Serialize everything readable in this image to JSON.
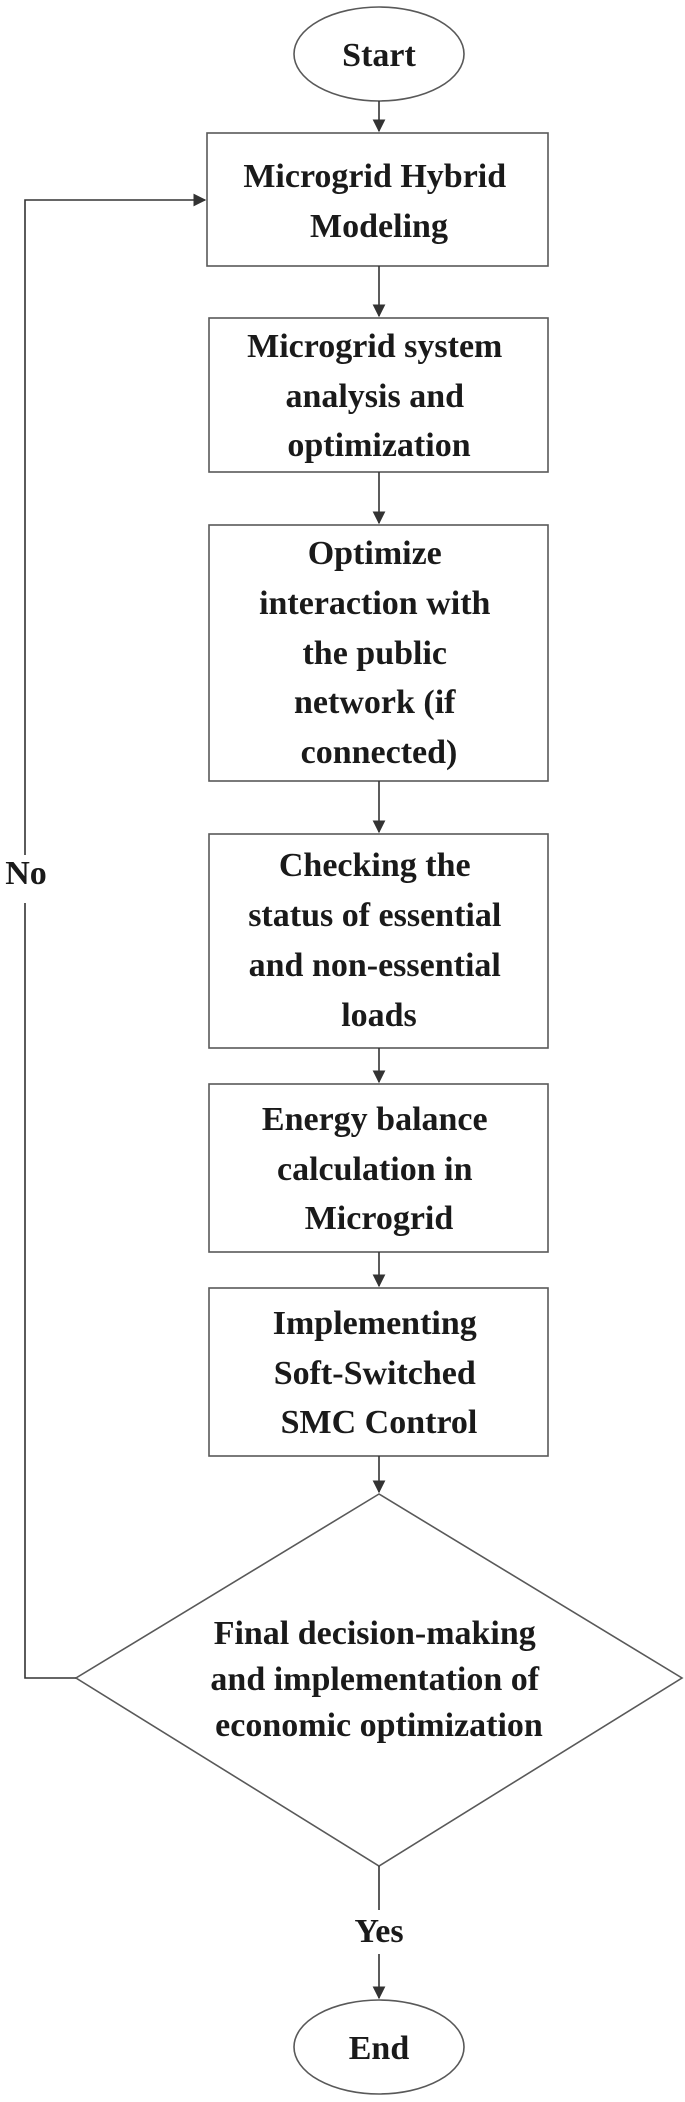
{
  "flowchart": {
    "start": {
      "label": "Start"
    },
    "steps": [
      {
        "lines": [
          "Microgrid Hybrid",
          "Modeling"
        ]
      },
      {
        "lines": [
          "Microgrid system",
          "analysis and",
          "optimization"
        ]
      },
      {
        "lines": [
          "Optimize",
          "interaction with",
          "the public",
          "network (if",
          "connected)"
        ]
      },
      {
        "lines": [
          "Checking the",
          "status of essential",
          "and non-essential",
          "loads"
        ]
      },
      {
        "lines": [
          "Energy balance",
          "calculation in",
          "Microgrid"
        ]
      },
      {
        "lines": [
          "Implementing",
          "Soft-Switched",
          "SMC Control"
        ]
      }
    ],
    "decision": {
      "lines": [
        "Final decision-making",
        "and implementation of",
        "economic optimization"
      ]
    },
    "yes_label": "Yes",
    "no_label": "No",
    "end": {
      "label": "End"
    }
  }
}
